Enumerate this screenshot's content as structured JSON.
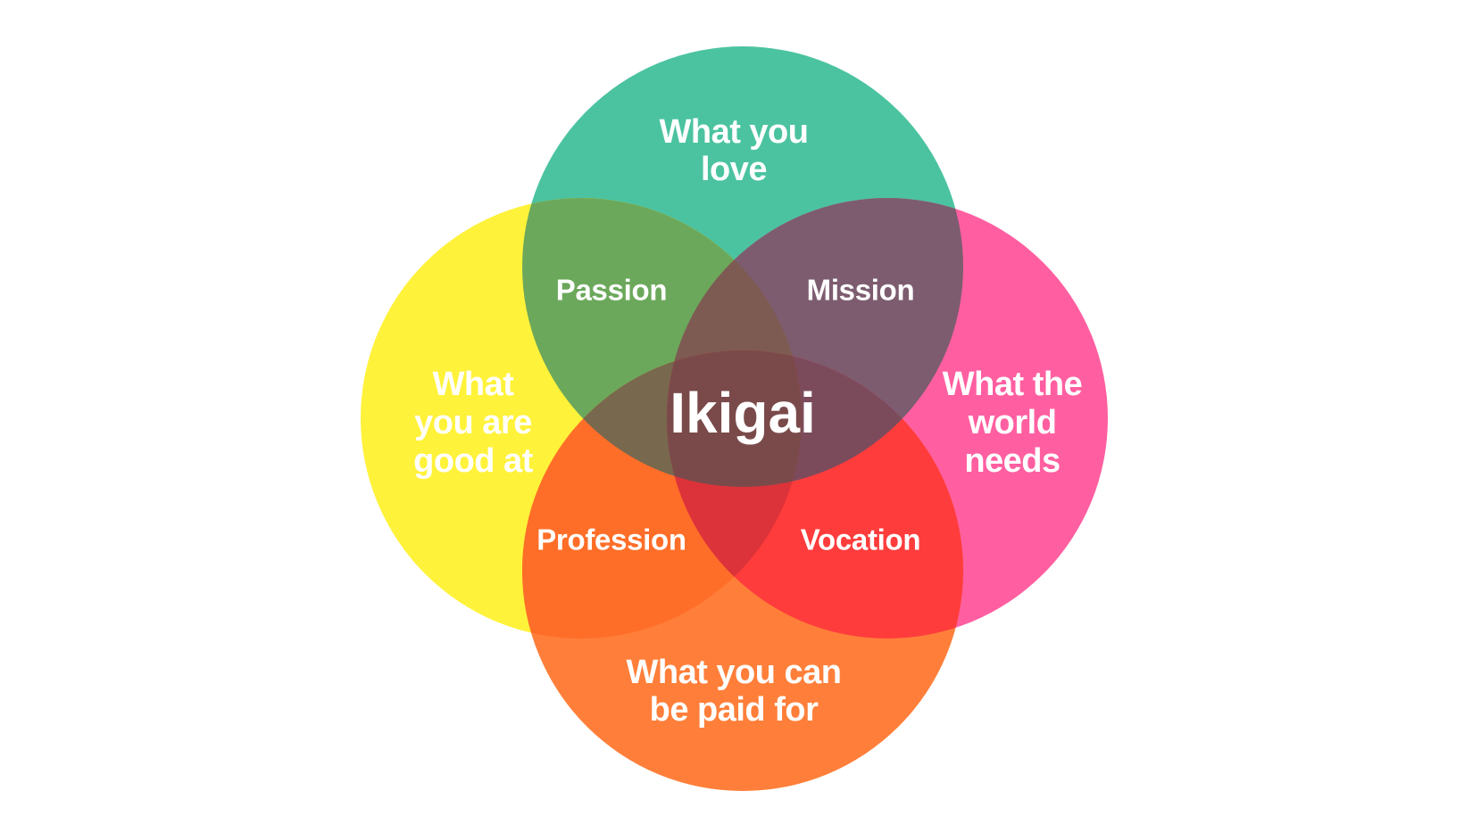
{
  "diagram": {
    "center_label": "Ikigai",
    "circles": {
      "top": {
        "lines": [
          "What you",
          "love"
        ],
        "color": "#4bc3a0"
      },
      "left": {
        "lines": [
          "What",
          "you are",
          "good at"
        ],
        "color": "#fff23a"
      },
      "right": {
        "lines": [
          "What the",
          "world",
          "needs"
        ],
        "color": "#ff5fa0"
      },
      "bottom": {
        "lines": [
          "What you can",
          "be paid for"
        ],
        "color": "#ff7f3a"
      }
    },
    "overlaps": {
      "passion": {
        "label": "Passion",
        "color": "#6ca85b"
      },
      "mission": {
        "label": "Mission",
        "color": "#7d5c70"
      },
      "profession": {
        "label": "Profession",
        "color": "#ff6e28"
      },
      "vocation": {
        "label": "Vocation",
        "color": "#ff3c3c"
      }
    },
    "triple_colors": {
      "top_left_right": "#7e5b52",
      "top_left_bottom": "#78684e",
      "top_right_bottom": "#7b4b5c",
      "left_right_bottom": "#dc333a"
    },
    "center_color": "#7a4a4a"
  }
}
